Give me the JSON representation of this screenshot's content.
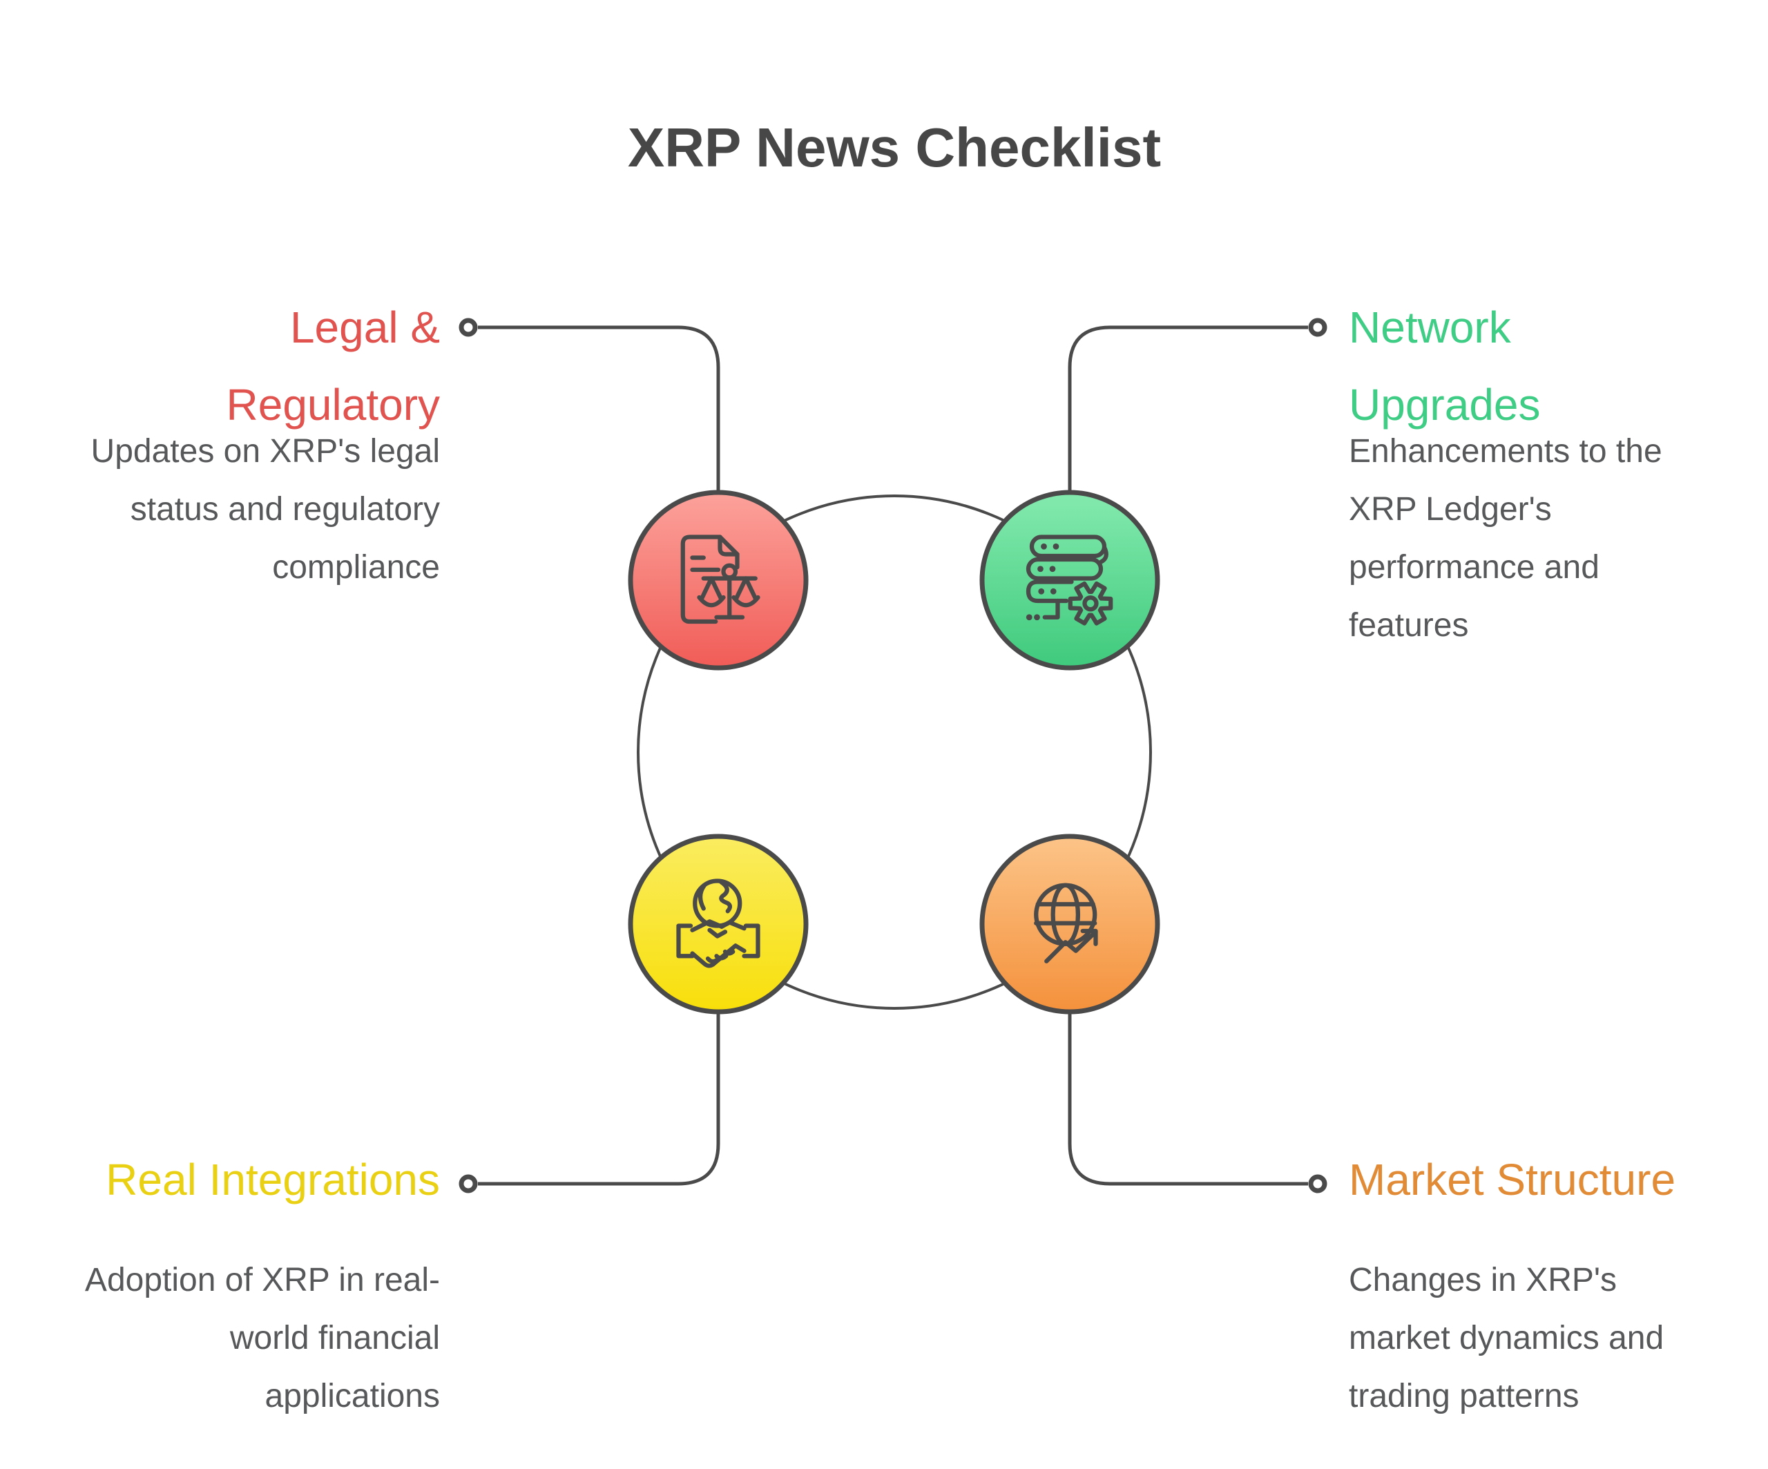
{
  "title": "XRP News Checklist",
  "colors": {
    "stroke": "#4A4A4A",
    "title_text": "#474747",
    "body_text": "#57585A",
    "dot_fill": "#FFFFFF",
    "red": "#E0534F",
    "red_top": "#FCA29B",
    "red_bottom": "#F15C57",
    "green": "#3FCC84",
    "green_top": "#84EAAE",
    "green_bottom": "#3FCA7D",
    "yellow": "#E9D013",
    "yellow_top": "#FAEC60",
    "yellow_bottom": "#F8DF0A",
    "orange": "#E18B36",
    "orange_top": "#FCC488",
    "orange_bottom": "#F4913C"
  },
  "items": [
    {
      "id": "legal-regulatory",
      "position": "top-left",
      "label": "Legal &\nRegulatory",
      "description": "Updates on XRP's legal\nstatus and regulatory\ncompliance",
      "color": "#E0534F",
      "icon": "document-scales-icon"
    },
    {
      "id": "network-upgrades",
      "position": "top-right",
      "label": "Network\nUpgrades",
      "description": "Enhancements to the\nXRP Ledger's\nperformance and\nfeatures",
      "color": "#3FCC84",
      "icon": "server-gear-icon"
    },
    {
      "id": "real-integrations",
      "position": "bottom-left",
      "label": "Real Integrations",
      "description": "Adoption of XRP in real-\nworld financial\napplications",
      "color": "#E9D013",
      "icon": "handshake-globe-icon"
    },
    {
      "id": "market-structure",
      "position": "bottom-right",
      "label": "Market Structure",
      "description": "Changes in XRP's\nmarket dynamics and\ntrading patterns",
      "color": "#E18B36",
      "icon": "globe-trend-arrow-icon"
    }
  ]
}
